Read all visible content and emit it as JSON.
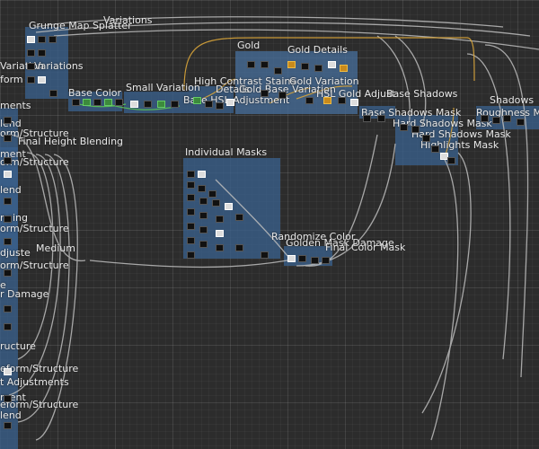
{
  "frames": {
    "left_top": "Grunge Map Splatter",
    "base_color": "Base Color",
    "small_variation": "Small Variation",
    "gold": "Gold",
    "gold_details": "Gold Details",
    "high_contrast": "High Contrast Stains",
    "gold_base_variation": "Gold Base Variation",
    "hsl_gold": "HSL Gold Adjust",
    "base_shadows": "Base Shadows",
    "base_shadows_mask": "Base Shadows Mask",
    "hard_shadows_mask": "Hard Shadows Mask",
    "highlights_mask": "Highlights Mask",
    "roughness": "Roughness Mask",
    "individual_masks": "Individual Masks",
    "randomize_color": "Randomize Color",
    "golden_mask_damage": "Golden Mask Damage",
    "final_height": "Final Height Blending",
    "final_color_mask": "Final Color Mask"
  },
  "left_labels": [
    "Variations",
    "Variation",
    "form",
    "ments",
    "lend",
    "orm/Structure",
    "ment",
    "orm/Structure",
    "lend",
    "nging",
    "orm/Structure",
    "Medium",
    "djuste",
    "orm/Structure",
    "e",
    "r Damage",
    "ructure",
    "eform/Structure",
    "t Adjustments",
    "ment",
    "eform/Structure",
    "lend"
  ],
  "top_labels": {
    "variations_top": "Variations",
    "details": "Details",
    "variation": "Variation",
    "shadows": "Shadows"
  },
  "extra_labels": {
    "base_hsl": "Base HSL Adjustment",
    "gold_var": "Gold Variation"
  }
}
